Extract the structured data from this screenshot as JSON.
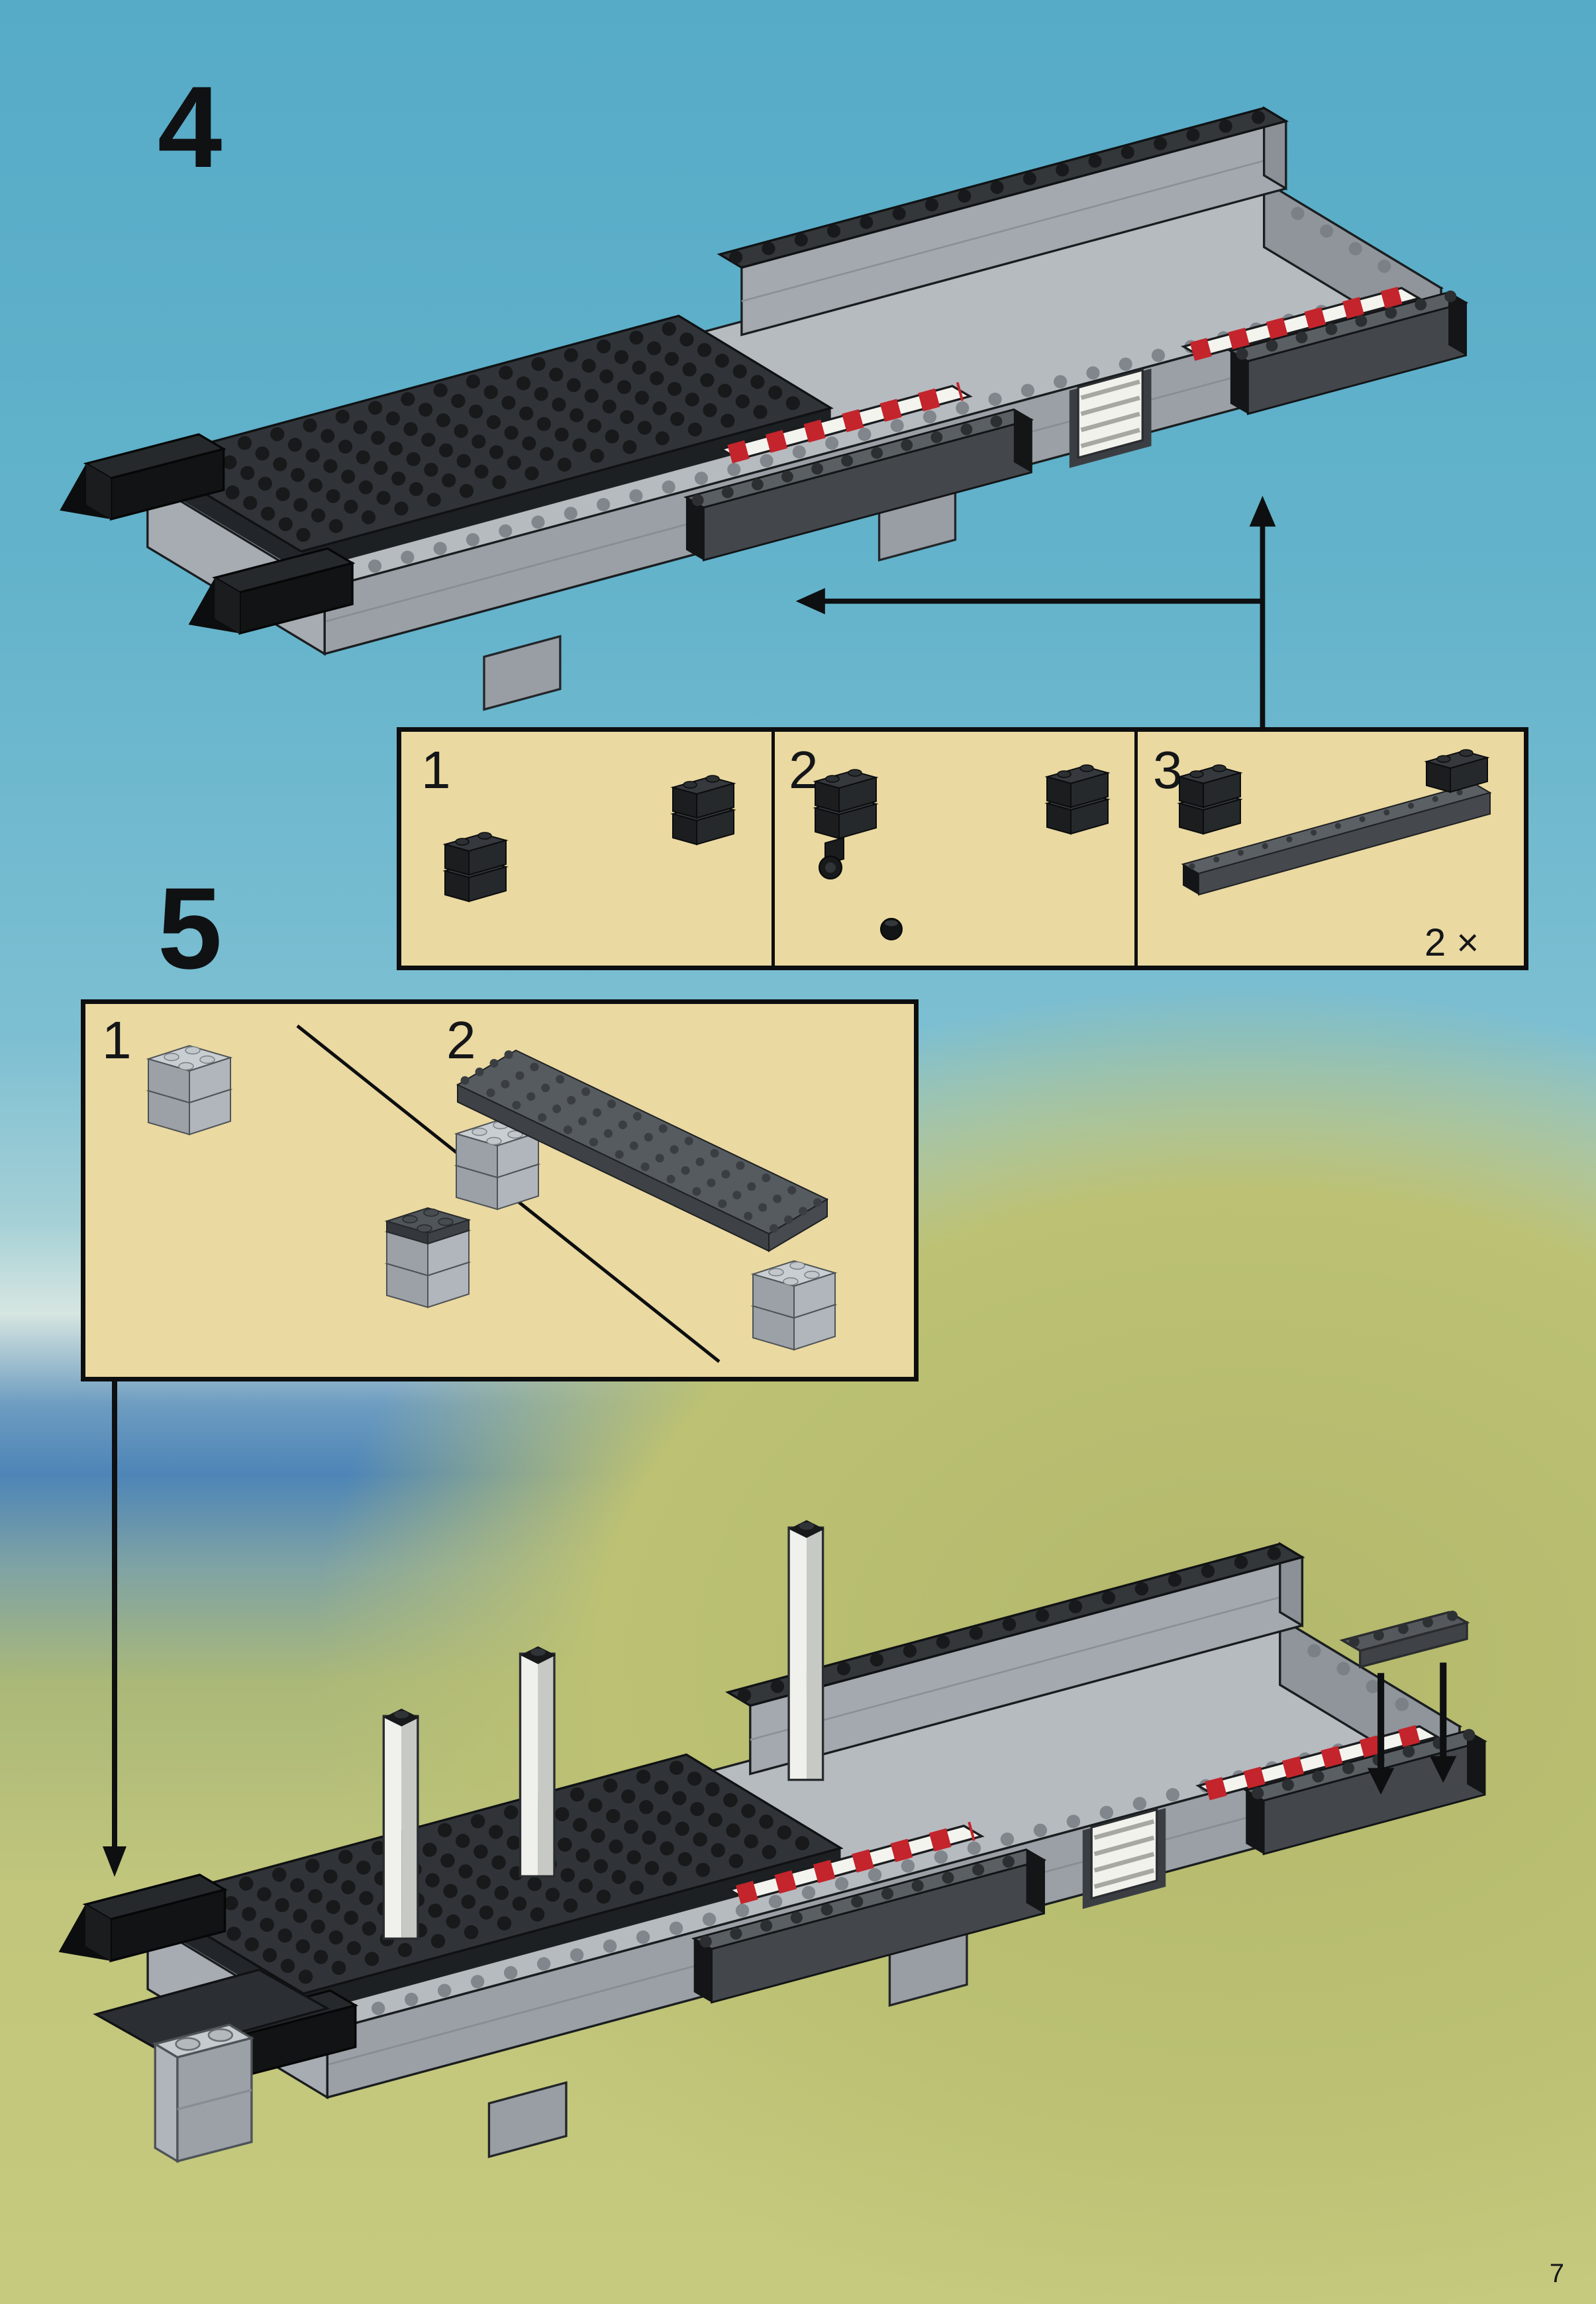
{
  "page": {
    "number": "7"
  },
  "steps": {
    "step4": "4",
    "step5": "5"
  },
  "callout4": {
    "labels": [
      "1",
      "2",
      "3"
    ],
    "quantity": "2 ×"
  },
  "callout5": {
    "labels": [
      "1",
      "2"
    ]
  },
  "palette": {
    "sky_blue": "#5fb0c9",
    "sea_blue": "#4d85b7",
    "land_green": "#c6ca7e",
    "callout_background": "#ead9a1",
    "hazard_red": "#c4242b",
    "plate_light_gray": "#b6bbc0",
    "plate_dark_gray": "#303438",
    "beam_gray": "#5a5f64"
  }
}
